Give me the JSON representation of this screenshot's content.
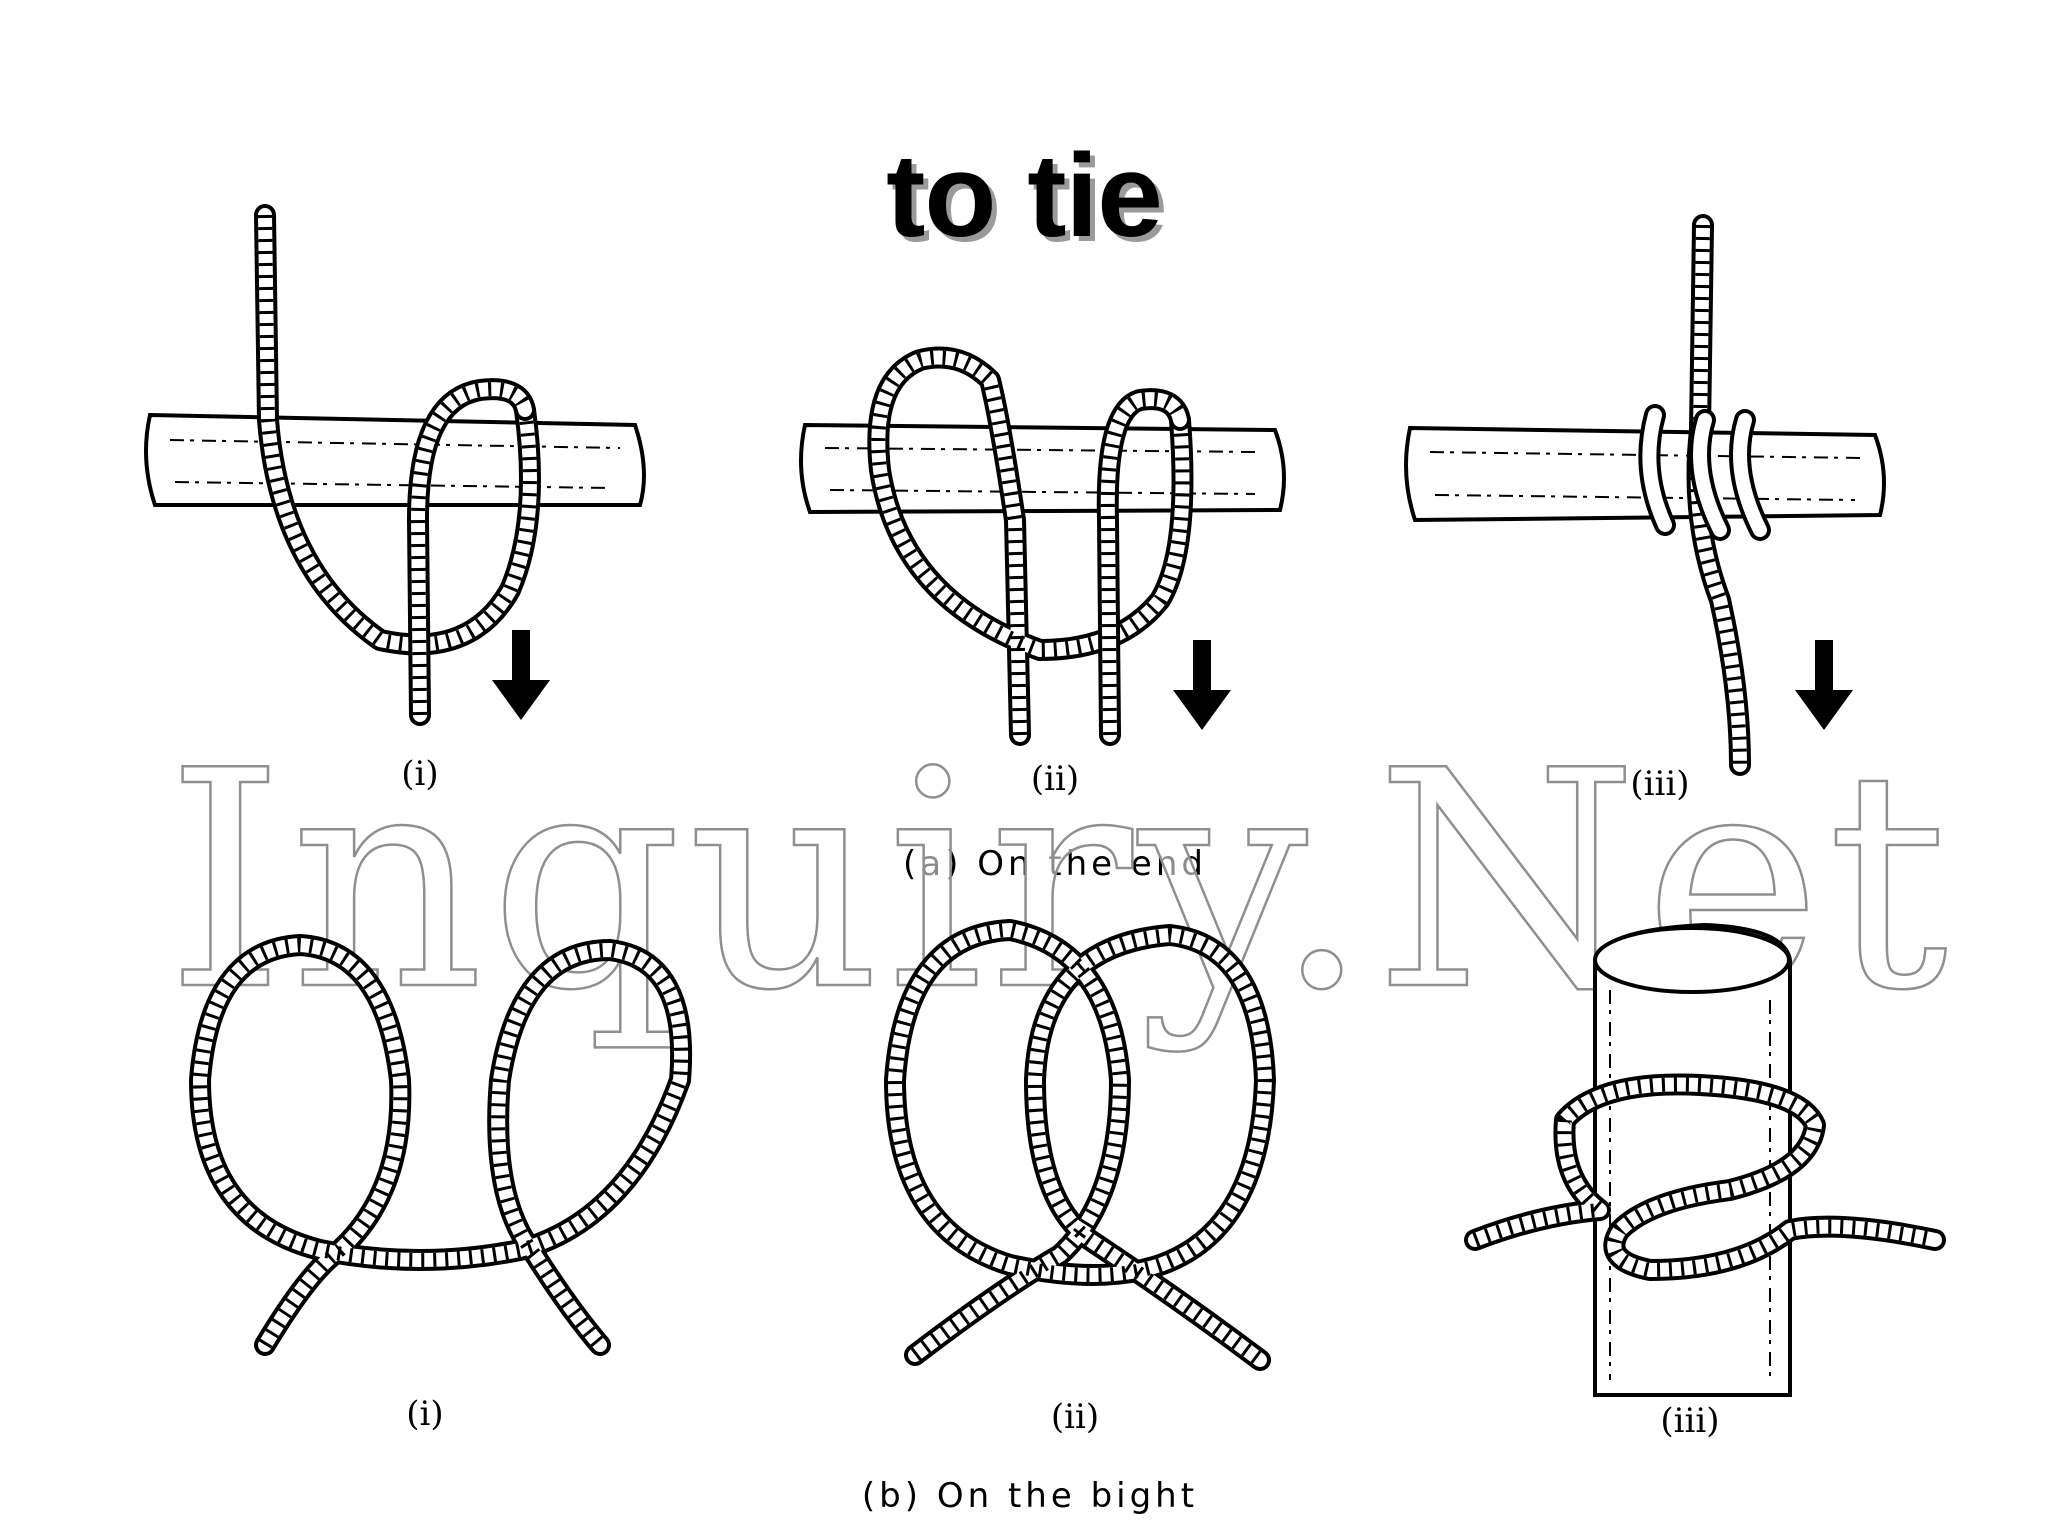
{
  "title": "to tie",
  "section_a": {
    "caption": "(a)  On the end",
    "steps": [
      "(i)",
      "(ii)",
      "(iii)"
    ]
  },
  "section_b": {
    "caption": "(b)  On the bight",
    "steps": [
      "(i)",
      "(ii)",
      "(iii)"
    ]
  },
  "watermark": "Inquiry.Net"
}
